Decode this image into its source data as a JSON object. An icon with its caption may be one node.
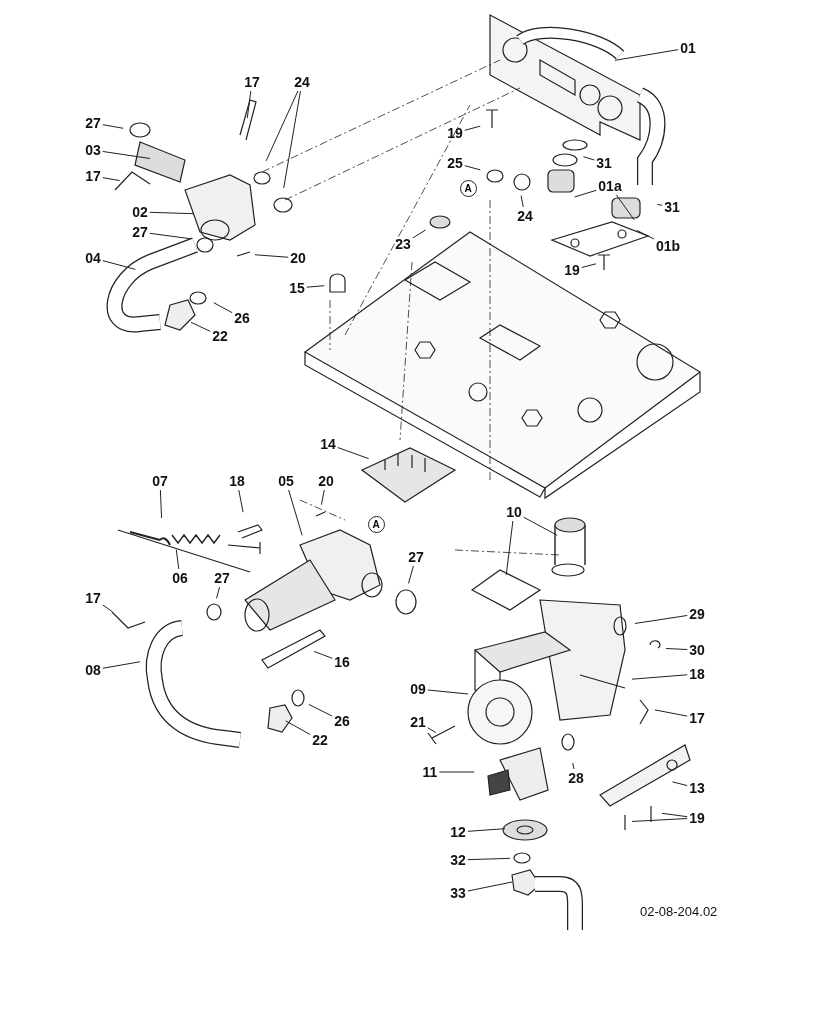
{
  "diagram": {
    "nodes": [
      {
        "text": [
          "01"
        ]
      },
      {
        "text": [
          "17"
        ]
      },
      {
        "text": [
          "24"
        ]
      },
      {
        "text": [
          "27"
        ]
      },
      {
        "text": [
          "03"
        ]
      },
      {
        "text": [
          "19"
        ]
      },
      {
        "text": [
          "25"
        ]
      },
      {
        "text": [
          "31"
        ]
      },
      {
        "text": [
          "17"
        ]
      },
      {
        "text": [
          "A"
        ]
      },
      {
        "text": [
          "01a"
        ]
      },
      {
        "text": [
          "31"
        ]
      },
      {
        "text": [
          "02"
        ]
      },
      {
        "text": [
          "24"
        ]
      },
      {
        "text": [
          "27"
        ]
      },
      {
        "text": [
          "23"
        ]
      },
      {
        "text": [
          "01b"
        ]
      },
      {
        "text": [
          "04"
        ]
      },
      {
        "text": [
          "20"
        ]
      },
      {
        "text": [
          "19"
        ]
      },
      {
        "text": [
          "15"
        ]
      },
      {
        "text": [
          "26"
        ]
      },
      {
        "text": [
          "22"
        ]
      },
      {
        "text": [
          "14"
        ]
      },
      {
        "text": [
          "07"
        ]
      },
      {
        "text": [
          "18"
        ]
      },
      {
        "text": [
          "05"
        ]
      },
      {
        "text": [
          "20"
        ]
      },
      {
        "text": [
          "10"
        ]
      },
      {
        "text": [
          "A"
        ]
      },
      {
        "text": [
          "27"
        ]
      },
      {
        "text": [
          "06"
        ]
      },
      {
        "text": [
          "27"
        ]
      },
      {
        "text": [
          "17"
        ]
      },
      {
        "text": [
          "29"
        ]
      },
      {
        "text": [
          "30"
        ]
      },
      {
        "text": [
          "16"
        ]
      },
      {
        "text": [
          "08"
        ]
      },
      {
        "text": [
          "18"
        ]
      },
      {
        "text": [
          "09"
        ]
      },
      {
        "text": [
          "17"
        ]
      },
      {
        "text": [
          "26"
        ]
      },
      {
        "text": [
          "21"
        ]
      },
      {
        "text": [
          "22"
        ]
      },
      {
        "text": [
          "11"
        ]
      },
      {
        "text": [
          "28"
        ]
      },
      {
        "text": [
          "13"
        ]
      },
      {
        "text": [
          "19"
        ]
      },
      {
        "text": [
          "12"
        ]
      },
      {
        "text": [
          "32"
        ]
      },
      {
        "text": [
          "33"
        ]
      }
    ],
    "edges": [
      {
        "from": 0,
        "to": null,
        "arrow": "none"
      },
      {
        "from": 1,
        "to": null,
        "arrow": "none"
      },
      {
        "from": 2,
        "to": null,
        "arrow": "none"
      },
      {
        "from": 2,
        "to": null,
        "arrow": "none"
      },
      {
        "from": 3,
        "to": null,
        "arrow": "none"
      },
      {
        "from": 4,
        "to": null,
        "arrow": "none"
      },
      {
        "from": 5,
        "to": null,
        "arrow": "none"
      },
      {
        "from": 6,
        "to": null,
        "arrow": "none"
      },
      {
        "from": 7,
        "to": null,
        "arrow": "none"
      },
      {
        "from": 8,
        "to": null,
        "arrow": "none"
      },
      {
        "from": 10,
        "to": null,
        "arrow": "none"
      },
      {
        "from": 10,
        "to": null,
        "arrow": "none"
      },
      {
        "from": 11,
        "to": null,
        "arrow": "none"
      },
      {
        "from": 12,
        "to": null,
        "arrow": "none"
      },
      {
        "from": 13,
        "to": null,
        "arrow": "none"
      },
      {
        "from": 14,
        "to": null,
        "arrow": "none"
      },
      {
        "from": 15,
        "to": null,
        "arrow": "none"
      },
      {
        "from": 16,
        "to": null,
        "arrow": "none"
      },
      {
        "from": 17,
        "to": null,
        "arrow": "none"
      },
      {
        "from": 18,
        "to": null,
        "arrow": "none"
      },
      {
        "from": 19,
        "to": null,
        "arrow": "none"
      },
      {
        "from": 20,
        "to": null,
        "arrow": "none"
      },
      {
        "from": 21,
        "to": null,
        "arrow": "none"
      },
      {
        "from": 22,
        "to": null,
        "arrow": "none"
      },
      {
        "from": 23,
        "to": null,
        "arrow": "none"
      },
      {
        "from": 24,
        "to": null,
        "arrow": "none"
      },
      {
        "from": 25,
        "to": null,
        "arrow": "none"
      },
      {
        "from": 26,
        "to": null,
        "arrow": "none"
      },
      {
        "from": 27,
        "to": null,
        "arrow": "none"
      },
      {
        "from": 28,
        "to": null,
        "arrow": "none"
      },
      {
        "from": 28,
        "to": null,
        "arrow": "none"
      },
      {
        "from": 30,
        "to": null,
        "arrow": "none"
      },
      {
        "from": 31,
        "to": null,
        "arrow": "none"
      },
      {
        "from": 32,
        "to": null,
        "arrow": "none"
      },
      {
        "from": 33,
        "to": null,
        "arrow": "none"
      },
      {
        "from": 34,
        "to": null,
        "arrow": "none"
      },
      {
        "from": 35,
        "to": null,
        "arrow": "none"
      },
      {
        "from": 36,
        "to": null,
        "arrow": "none"
      },
      {
        "from": 37,
        "to": null,
        "arrow": "none"
      },
      {
        "from": 38,
        "to": null,
        "arrow": "none"
      },
      {
        "from": 39,
        "to": null,
        "arrow": "none"
      },
      {
        "from": 40,
        "to": null,
        "arrow": "none"
      },
      {
        "from": 41,
        "to": null,
        "arrow": "none"
      },
      {
        "from": 42,
        "to": null,
        "arrow": "none"
      },
      {
        "from": 43,
        "to": null,
        "arrow": "none"
      },
      {
        "from": 44,
        "to": null,
        "arrow": "none"
      },
      {
        "from": 45,
        "to": null,
        "arrow": "none"
      },
      {
        "from": 46,
        "to": null,
        "arrow": "none"
      },
      {
        "from": 47,
        "to": null,
        "arrow": "none"
      },
      {
        "from": 47,
        "to": null,
        "arrow": "none"
      },
      {
        "from": 48,
        "to": null,
        "arrow": "none"
      },
      {
        "from": 49,
        "to": null,
        "arrow": "none"
      },
      {
        "from": 50,
        "to": null,
        "arrow": "none"
      }
    ],
    "labels": [
      "02-08-204.02"
    ]
  }
}
